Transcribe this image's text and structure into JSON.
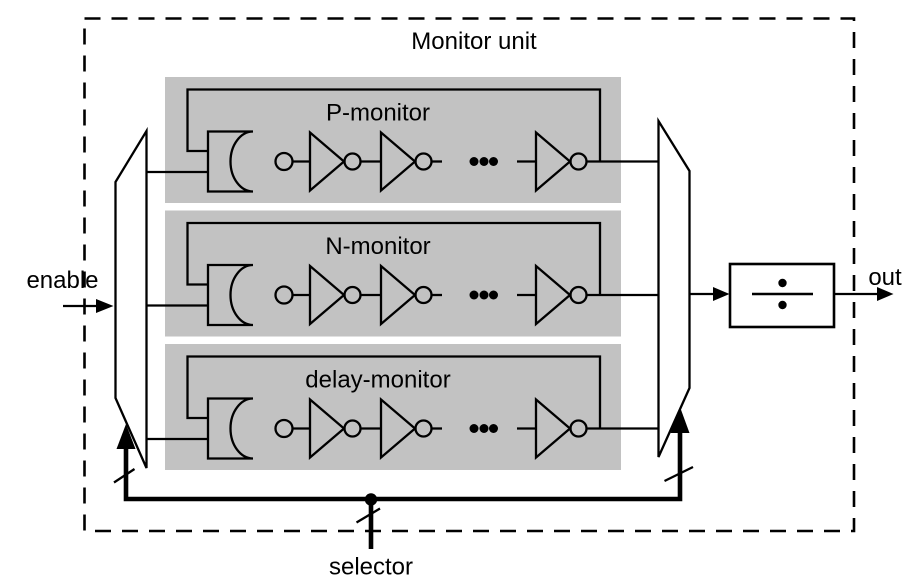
{
  "diagram": {
    "title": "Monitor unit",
    "monitors": [
      {
        "label": "P-monitor"
      },
      {
        "label": "N-monitor"
      },
      {
        "label": "delay-monitor"
      }
    ],
    "io": {
      "enable_label": "enable",
      "selector_label": "selector",
      "out_label": "out"
    },
    "divider": {
      "symbol": "÷",
      "icon": "divide-icon"
    },
    "colors": {
      "line": "#000000",
      "monitor_fill": "#c2c2c2",
      "background": "#ffffff"
    }
  }
}
